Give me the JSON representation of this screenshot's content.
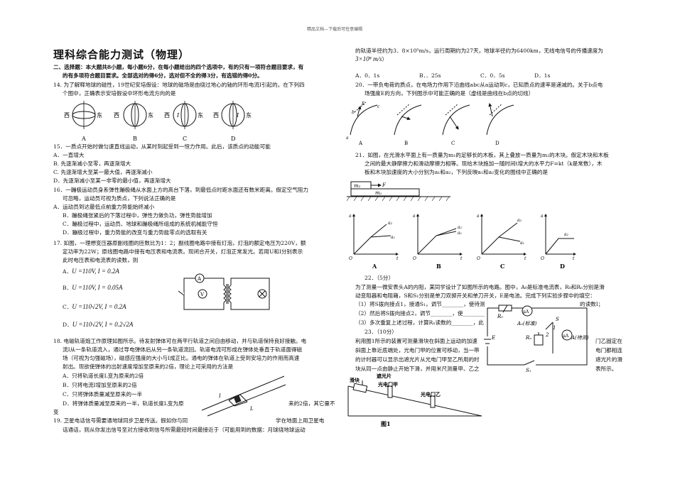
{
  "header": "精品文档---下载后可任意编辑",
  "title": "理科综合能力测试（物理）",
  "instructions": [
    "二、选择题：本大题共8小题，每小题6分，在每小题给出的四个选项中，有的只有一项符合题目要求，有",
    "的有多项符合题目要求。全部选对的得6分，选对但不全的得3分，有选错的得0分。"
  ],
  "q14": {
    "lines": [
      "14.   为了解释地球的磁性，19世纪安培假设：地球的磁场是由绕过地心的轴的环形电流I引起的。在下列四",
      "个图中，正确表示安培假设中环形电流方向的是"
    ],
    "west": "西",
    "east": "东",
    "current": "I",
    "labels": [
      "A",
      "B",
      "C",
      "D"
    ]
  },
  "q15": {
    "lines": [
      "15．一质点开始时做匀速直线运动，从某时刻起受到一恒力作用。此后，该质点的动能可能"
    ],
    "options": [
      "A．一直增大",
      "B. 先逐渐减小至零，再逐渐增大",
      "C. 先逐渐增大至某一最大值，再逐渐减小",
      "D．先逐渐减小至某一非零的最小值，再逐渐增大"
    ]
  },
  "q16": {
    "lines": [
      "16．一蹦极运动员身系弹性蹦极绳从水面上方的高台下落，到最低点时距水面还有数米距离。假定空气阻力",
      "可忽略，运动员可视为质点，下列说法正确的是"
    ],
    "options": [
      "A．运动员到达最低点前重力势能始终减小",
      "B．蹦极绳张紧后的下落过程中，弹性力做负功，弹性势能增加",
      "C．蹦极过程中，运动员、地球和蹦极绳所组成的系统机械能守恒",
      "D．蹦极过程中，重力势能的改变与重力势能零点的选取有关"
    ]
  },
  "q17": {
    "lines": [
      "17.   如图，一理想变压器原副线圈的匝数比为1：2；副线圈电路中接有灯泡，灯泡的额定电压为220V，额",
      "定功率为22W；原线圈电路中接有电压表和电流表。现闭合开关，灯泡正常发光。若用U和I分别表示",
      "此时电压表和电流表的读数，则"
    ],
    "options": [
      {
        "label": "A．",
        "expr": "U =110V, I = 0.2A"
      },
      {
        "label": "B．",
        "expr": "U =110V, I = 0.05A"
      },
      {
        "label": "C．",
        "expr": "U =110√2V, I = 0.2A"
      },
      {
        "label": "D．",
        "expr": "U =110√2V, I = 0.2√2A"
      }
    ],
    "meterA": "A",
    "meterV": "V"
  },
  "q18": {
    "lines": [
      "18.   电磁轨道炮工作原理如图所示。待发射弹体可在两平行轨道之间自由移动，并与轨道保持良好接触。电",
      "流I从一条轨道流入，通过导电弹体后从另一条轨道流回。轨道电流可形成在弹体处垂直于轨道面得磁",
      "场（可视为匀强磁场），磁感应强度的大小与I成正比。通电的弹体在轨道上受到安培力的作用而高速",
      "射出。现欲使弹体的出射速度增加至原来的2倍，理论上可采用的方法是"
    ],
    "options": [
      "A．只将轨道长度L变为原来的2倍",
      "B．只将电流I增加至原来的2倍",
      "C．只将弹体质量减至原来的一半"
    ],
    "optionD_left": "D．将弹体质量减至原来的一半，轨道长度L变为原",
    "optionD_right": "来的2倍，其它量不",
    "optionD_tail": "变",
    "labelI": "I",
    "labelL": "L"
  },
  "q19": {
    "line1_left": "19.   卫星电话信号需要通地球同步卫星传送。假如你与同",
    "line1_right": "学在地面上用卫星电",
    "line2": "话通话，则从你发出信号至对方接收到信号所需最短时间最接近于（可能用到的数据：月球绕地球运动",
    "line3_a": "的轨道半径约为3．8×10⁵m/s，运行周期约为27天，地球半径约为6400km，无线电信号的传播速度为",
    "line4_expr": "3×10⁸ m/s",
    "line4_tail": "）",
    "options": [
      "A．0．1s",
      "B．．25s",
      "C．0．5s",
      "D．1s"
    ]
  },
  "q20": {
    "lines": [
      "20．一带负电荷的质点，在电场力作用下沿曲线abc从a运动到c，已知质点的速率是递减的。关于b点电",
      "场强度E的方向，下列图示中可能正确的是（虚线是曲线在b点的切线）"
    ],
    "labels": [
      "A",
      "B",
      "C",
      "D"
    ],
    "pts": [
      "a",
      "b",
      "c",
      "E"
    ]
  },
  "q21": {
    "lines": [
      "21．如图，在光滑水平面上有一质量为m₁的足够长的木板，其上叠放一质量为m₂的木块。假定木块和木板",
      "之间的最大静摩擦力和滑动摩擦力相等。现给木块施加一随时间t增大的水平力F=kt（k是常数），木",
      "板和木块加速度的大小分别为a₁和a₂，下列反映a₁和a₂变化的图线中正确的是"
    ],
    "m1": "m₁",
    "m2": "m₂",
    "F": "F",
    "labels": [
      "A",
      "B",
      "C",
      "D"
    ],
    "axis_a": "a",
    "axis_t": "t",
    "origin": "O",
    "a1": "a₁",
    "a2": "a₂"
  },
  "q22": {
    "head": "22．（5分）",
    "lines": [
      "为了测量一微安表头A的内阻，某同学设计了如图所示的电路。图中，A₀是标准电流表，R₀和Rₙ分别是滑",
      "动变阻器和电阻箱，S和S₁分别是单刀双掷开关和单刀开关，E是电池。完成下列实验步骤中的填空："
    ],
    "step1": "（1）将S拨向接点1，接通S₁，调节________，使待测",
    "step1_tail": "的读数I；",
    "step2": "（2）然后将S拨向接点2，调节________，使________",
    "step3": "（3）多次重复上述过程，计算Rₙ读数的________，此",
    "r0": "R₀",
    "std": "A₀(标准)",
    "test": "A(待测)",
    "E": "E",
    "S": "S",
    "S1": "S₁",
    "RN": "Rₙ",
    "p1": "1",
    "p2": "2",
    "muA": "μA"
  },
  "q23": {
    "head": "23．（10分）",
    "line1": "利用图1所示的装置可测量滑块在斜面上运动的加速",
    "line2": "斜面上靠近底端处，光电门甲的位置可移动，当一带",
    "line3": "的计时器可以显示出遮光片从光电门甲至乙所用的时",
    "line4": "块从同一点由静止开始下滑，并用米尺测量甲、乙之",
    "right1": "门乙固定在",
    "right2": "电门都相连",
    "right3": "遮光片的滑",
    "right4": "表所示。",
    "shade": "遮光片",
    "block": "滑块",
    "gate1": "光电门甲",
    "gate2": "光电门乙",
    "fig": "图1"
  }
}
